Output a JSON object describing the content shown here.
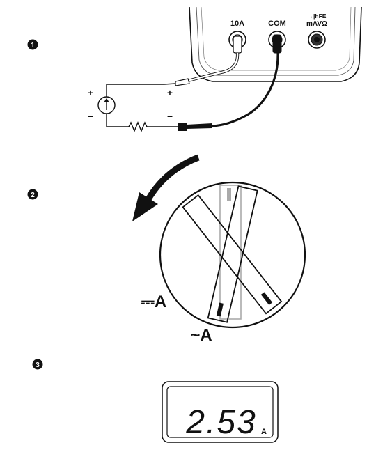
{
  "steps": [
    {
      "number": "1"
    },
    {
      "number": "2"
    },
    {
      "number": "3"
    }
  ],
  "meter": {
    "jacks": [
      {
        "label": "10A"
      },
      {
        "label": "COM"
      },
      {
        "label_line1": "→|hFE",
        "label_line2": "mAVΩ"
      }
    ]
  },
  "circuit": {
    "source_plus": "+",
    "source_minus": "–",
    "probe_plus": "+",
    "probe_minus": "–"
  },
  "dial": {
    "dc_amps_label": "⎓A",
    "ac_amps_label": "~A"
  },
  "display": {
    "reading": "2.53",
    "unit": "A"
  }
}
